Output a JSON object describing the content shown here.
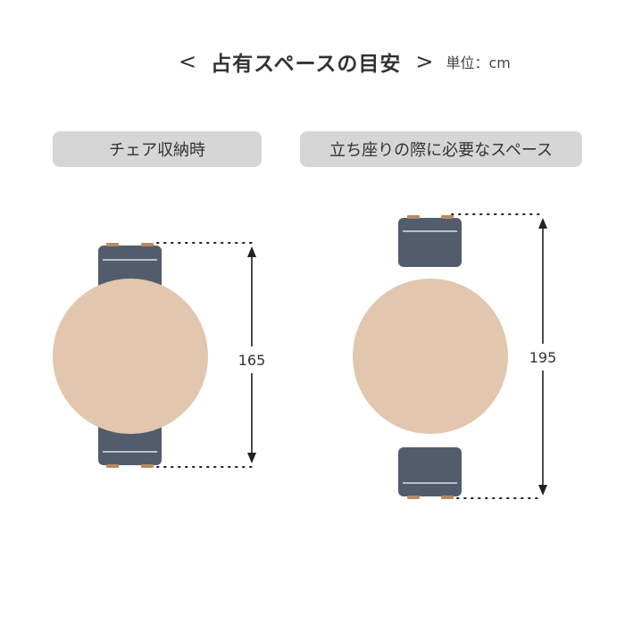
{
  "title": {
    "left_bracket": "<",
    "text": "占有スペースの目安",
    "right_bracket": ">",
    "unit": "単位：cm"
  },
  "panels": {
    "left": {
      "label": "チェア収納時",
      "dimension": "165"
    },
    "right": {
      "label": "立ち座りの際に必要なスペース",
      "dimension": "195"
    }
  },
  "colors": {
    "table": "#e2c6ad",
    "chair": "#525c6c",
    "chair_highlight": "#b8c0cc",
    "chair_feet": "#b88a60",
    "label_bg": "#d6d6d6",
    "dimension_line": "#222222"
  }
}
